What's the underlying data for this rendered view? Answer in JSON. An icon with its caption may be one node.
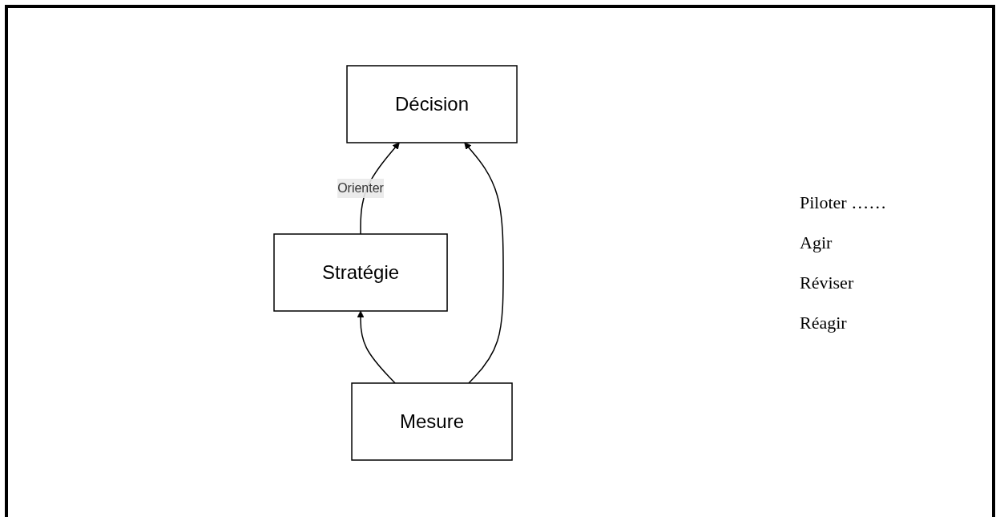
{
  "diagram": {
    "nodes": [
      {
        "text": [
          "Stratégie"
        ]
      },
      {
        "text": [
          "Décision"
        ]
      },
      {
        "text": [
          "Mesure"
        ]
      }
    ],
    "edges": [
      {
        "from": 0,
        "to": 1,
        "arrow": "to",
        "label": "Orienter"
      },
      {
        "from": 2,
        "to": 0,
        "arrow": "to"
      },
      {
        "from": 2,
        "to": 1,
        "arrow": "to"
      }
    ],
    "labels": [
      "Piloter ……",
      "Agir",
      "Réviser",
      "Réagir"
    ]
  }
}
